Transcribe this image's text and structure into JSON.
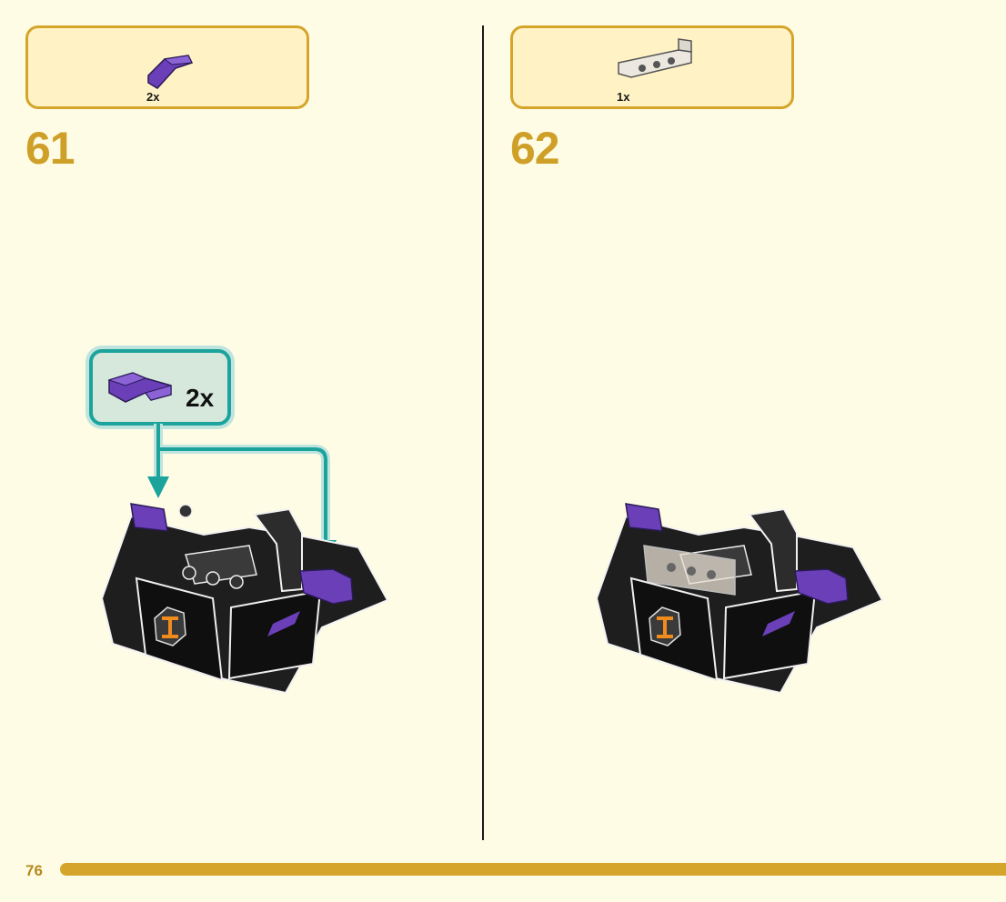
{
  "page": {
    "number": "76"
  },
  "steps": [
    {
      "number": "61",
      "parts": [
        {
          "qty": "2x",
          "part_icon": "purple-slope-brick-icon",
          "color": "#6a3fb8"
        }
      ],
      "callout": {
        "qty": "2x",
        "part_icon": "purple-slope-brick-icon"
      }
    },
    {
      "number": "62",
      "parts": [
        {
          "qty": "1x",
          "part_icon": "transparent-panel-icon",
          "color": "#e8e4dc"
        }
      ]
    }
  ],
  "colors": {
    "background": "#fffce6",
    "parts_box_border": "#d4a52a",
    "step_number": "#cfa028",
    "callout_border": "#1ba39c",
    "accent_purple": "#6a3fb8",
    "model_black": "#1e1e1e"
  }
}
